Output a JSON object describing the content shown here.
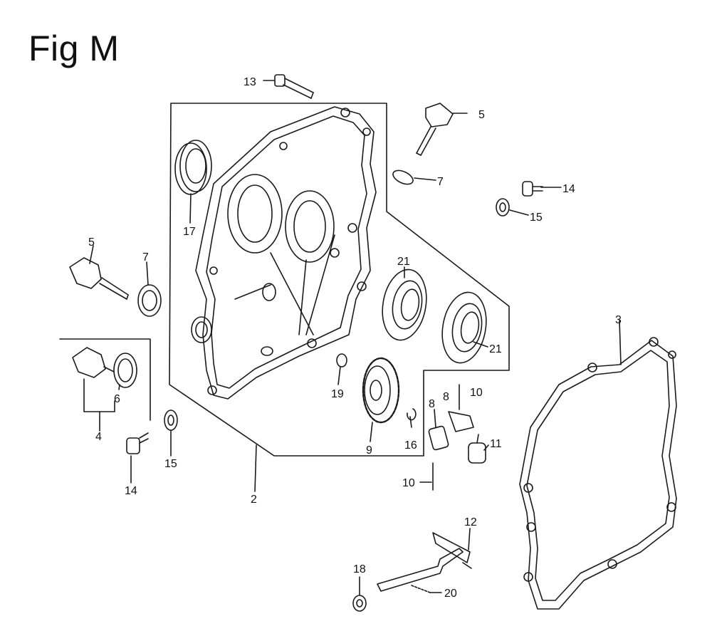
{
  "figure": {
    "title": "Fig M"
  },
  "callouts": [
    {
      "id": "c13",
      "label": "13"
    },
    {
      "id": "c5a",
      "label": "5"
    },
    {
      "id": "c7a",
      "label": "7"
    },
    {
      "id": "c14a",
      "label": "14"
    },
    {
      "id": "c15a",
      "label": "15"
    },
    {
      "id": "c17",
      "label": "17"
    },
    {
      "id": "c5b",
      "label": "5"
    },
    {
      "id": "c7b",
      "label": "7"
    },
    {
      "id": "c21a",
      "label": "21"
    },
    {
      "id": "c21b",
      "label": "21"
    },
    {
      "id": "c3",
      "label": "3"
    },
    {
      "id": "c6",
      "label": "6"
    },
    {
      "id": "c4",
      "label": "4"
    },
    {
      "id": "c19",
      "label": "19"
    },
    {
      "id": "c8a",
      "label": "8"
    },
    {
      "id": "c10a",
      "label": "10"
    },
    {
      "id": "c8b",
      "label": "8"
    },
    {
      "id": "c16",
      "label": "16"
    },
    {
      "id": "c11",
      "label": "11"
    },
    {
      "id": "c9",
      "label": "9"
    },
    {
      "id": "c15b",
      "label": "15"
    },
    {
      "id": "c14b",
      "label": "14"
    },
    {
      "id": "c2",
      "label": "2"
    },
    {
      "id": "c10b",
      "label": "10"
    },
    {
      "id": "c12",
      "label": "12"
    },
    {
      "id": "c18",
      "label": "18"
    },
    {
      "id": "c20",
      "label": "20"
    }
  ]
}
